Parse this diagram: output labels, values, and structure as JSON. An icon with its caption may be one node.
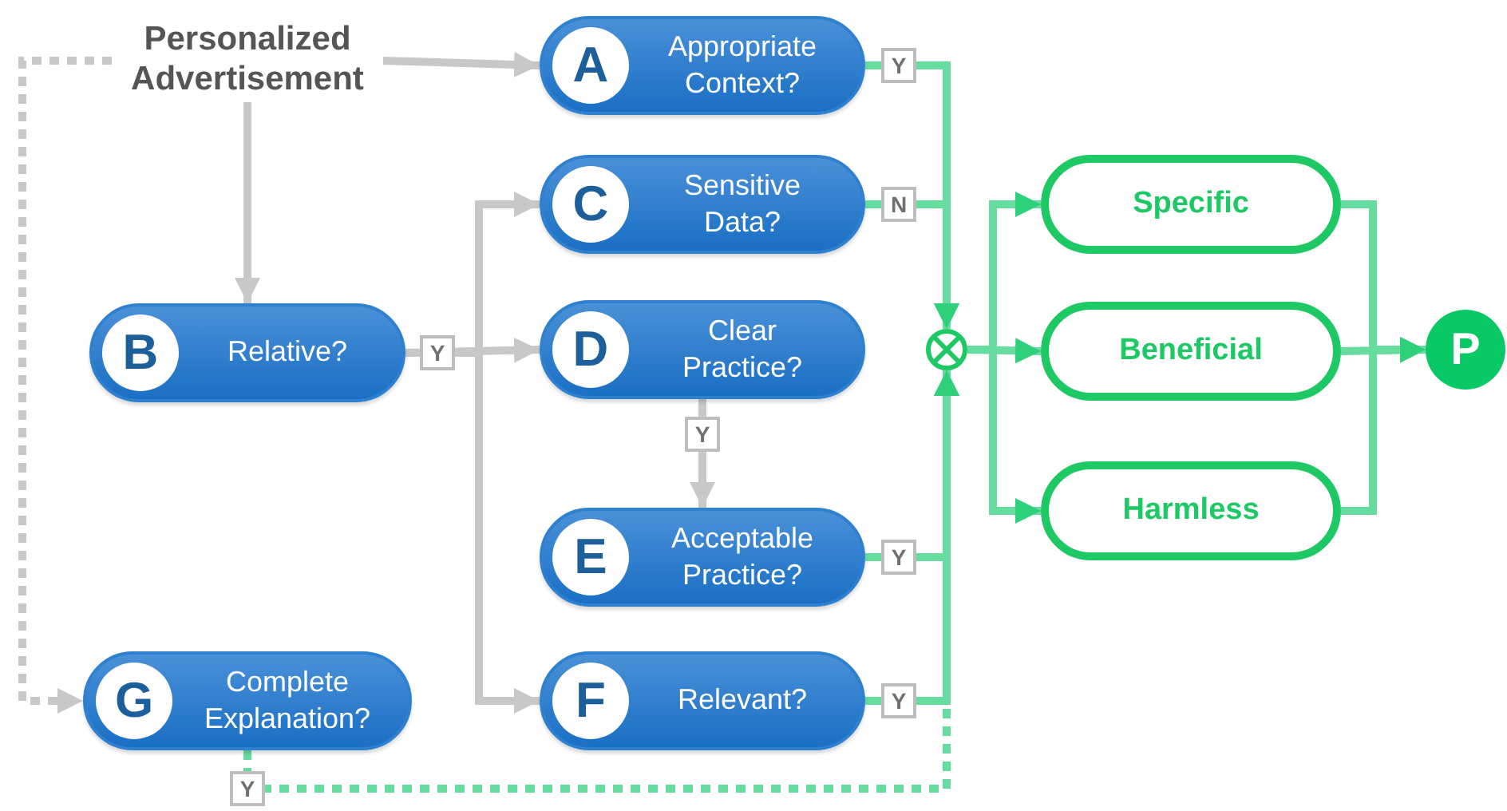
{
  "diagram": {
    "nodes": [
      {
        "text": [
          "Personalized Advertisement"
        ]
      },
      {
        "text": [
          "A",
          "Appropriate Context?"
        ]
      },
      {
        "text": [
          "C",
          "Sensitive Data?"
        ]
      },
      {
        "text": [
          "B",
          "Relative?"
        ]
      },
      {
        "text": [
          "D",
          "Clear Practice?"
        ]
      },
      {
        "text": [
          "E",
          "Acceptable Practice?"
        ]
      },
      {
        "text": [
          "G",
          "Complete Explanation?"
        ]
      },
      {
        "text": [
          "F",
          "Relevant?"
        ]
      },
      {
        "text": [],
        "shape": "circle"
      },
      {
        "text": [
          "Specific"
        ]
      },
      {
        "text": [
          "Beneficial"
        ]
      },
      {
        "text": [
          "Harmless"
        ]
      },
      {
        "text": [
          "P"
        ]
      }
    ],
    "edges": [
      {
        "from": 0,
        "to": 1,
        "arrow": "to",
        "color": "#c8c8c8"
      },
      {
        "from": 0,
        "to": 3,
        "arrow": "to",
        "color": "#c8c8c8"
      },
      {
        "from": 0,
        "to": 6,
        "arrow": "to",
        "style": "dashed",
        "color": "#c8c8c8"
      },
      {
        "from": 3,
        "to": 2,
        "arrow": "to",
        "color": "#c8c8c8"
      },
      {
        "from": 3,
        "to": 4,
        "arrow": "to",
        "label": "Y",
        "color": "#c8c8c8"
      },
      {
        "from": 3,
        "to": 7,
        "arrow": "to",
        "color": "#c8c8c8"
      },
      {
        "from": 4,
        "to": 5,
        "arrow": "to",
        "label": "Y",
        "color": "#c8c8c8"
      },
      {
        "from": 1,
        "to": 8,
        "arrow": "to",
        "label": "Y"
      },
      {
        "from": 2,
        "to": 8,
        "arrow": "to",
        "label": "N"
      },
      {
        "from": 5,
        "to": 8,
        "arrow": "to",
        "label": "Y"
      },
      {
        "from": 7,
        "to": 8,
        "arrow": "to",
        "label": "Y"
      },
      {
        "from": 6,
        "to": 8,
        "arrow": "to",
        "label": "Y",
        "style": "dashed"
      },
      {
        "from": 8,
        "to": 9,
        "arrow": "to"
      },
      {
        "from": 8,
        "to": 10,
        "arrow": "to"
      },
      {
        "from": 8,
        "to": 11,
        "arrow": "to"
      },
      {
        "from": 9,
        "to": 12,
        "arrow": "to"
      },
      {
        "from": 10,
        "to": 12,
        "arrow": "to"
      },
      {
        "from": 11,
        "to": 12,
        "arrow": "to"
      }
    ]
  }
}
